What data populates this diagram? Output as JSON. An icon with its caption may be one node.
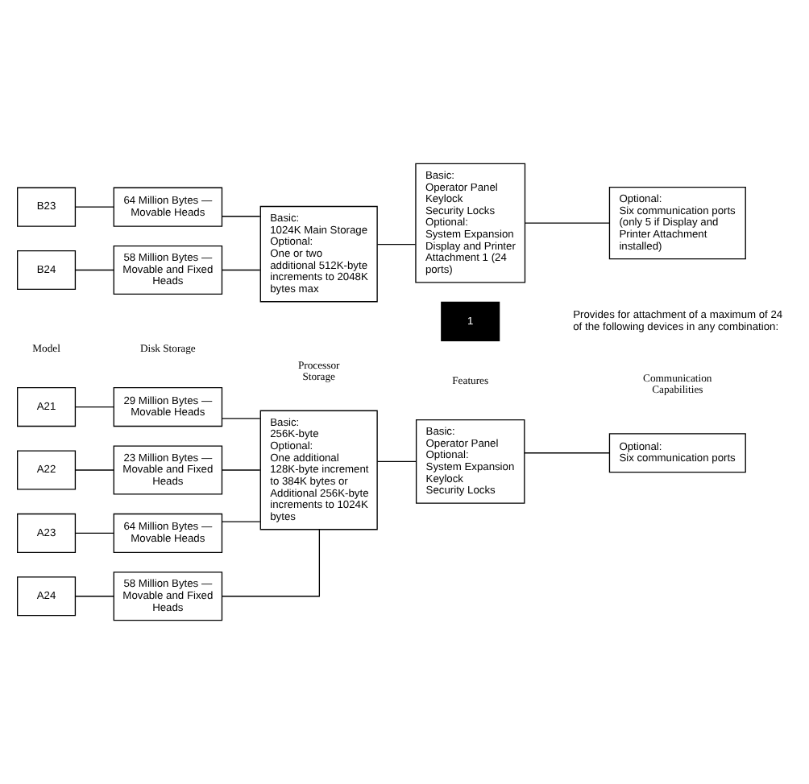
{
  "diagram": {
    "nodes": [
      {
        "text": [
          "A21"
        ]
      },
      {
        "text": [
          "A22"
        ]
      },
      {
        "text": [
          "A23"
        ]
      },
      {
        "text": [
          "A24"
        ]
      },
      {
        "text": [
          "29 Million Bytes — Movable Heads"
        ]
      },
      {
        "text": [
          "23 Million Bytes — Movable and Fixed Heads"
        ]
      },
      {
        "text": [
          "64 Million Bytes — Movable Heads"
        ]
      },
      {
        "text": [
          "58 Million Bytes — Movable and Fixed Heads"
        ]
      },
      {
        "text": [
          "Basic:",
          "256K-byte",
          "Optional:",
          "One additional 128K-byte increment to 384K bytes or",
          "Additional 256K-byte increments to 1024K bytes"
        ]
      },
      {
        "text": [
          "Basic:",
          "Operator Panel",
          "Optional:",
          "System Expansion",
          "Keylock",
          "Security Locks"
        ]
      },
      {
        "text": [
          "Optional:",
          "Six communication ports"
        ]
      },
      {
        "text": [
          "B23"
        ]
      },
      {
        "text": [
          "B24"
        ]
      },
      {
        "text": [
          "64 Million Bytes — Movable Heads"
        ]
      },
      {
        "text": [
          "58 Million Bytes — Movable and Fixed Heads"
        ]
      },
      {
        "text": [
          "Basic:",
          "1024K Main Storage",
          "Optional:",
          "One or two additional 512K-byte increments to 2048K bytes max"
        ]
      },
      {
        "text": [
          "Basic:",
          "Operator Panel",
          "Keylock",
          "Security Locks",
          "Optional:",
          "System Expansion",
          "Display and Printer Attachment 1 (24 ports)"
        ]
      },
      {
        "text": [
          "Optional:",
          "Six communication ports (only 5 if Display and Printer Attachment installed)"
        ]
      }
    ],
    "edges": [
      {
        "from": 0,
        "to": 4,
        "arrow": "none"
      },
      {
        "from": 1,
        "to": 5,
        "arrow": "none"
      },
      {
        "from": 2,
        "to": 6,
        "arrow": "none"
      },
      {
        "from": 3,
        "to": 7,
        "arrow": "none"
      },
      {
        "from": 4,
        "to": 8,
        "arrow": "none"
      },
      {
        "from": 5,
        "to": 8,
        "arrow": "none"
      },
      {
        "from": 6,
        "to": 8,
        "arrow": "none"
      },
      {
        "from": 7,
        "to": 8,
        "arrow": "none"
      },
      {
        "from": 8,
        "to": 9,
        "arrow": "none"
      },
      {
        "from": 9,
        "to": 10,
        "arrow": "none"
      },
      {
        "from": 11,
        "to": 13,
        "arrow": "none"
      },
      {
        "from": 12,
        "to": 14,
        "arrow": "none"
      },
      {
        "from": 13,
        "to": 15,
        "arrow": "none"
      },
      {
        "from": 14,
        "to": 15,
        "arrow": "none"
      },
      {
        "from": 15,
        "to": 16,
        "arrow": "none"
      },
      {
        "from": 16,
        "to": 17,
        "arrow": "none"
      }
    ],
    "labels": [
      "Model",
      "Disk Storage",
      "Processor Storage",
      "Features",
      "Communication Capabilities",
      "1",
      "Provides for attachment of a maximum of 24 of the following devices in any combination:"
    ]
  }
}
